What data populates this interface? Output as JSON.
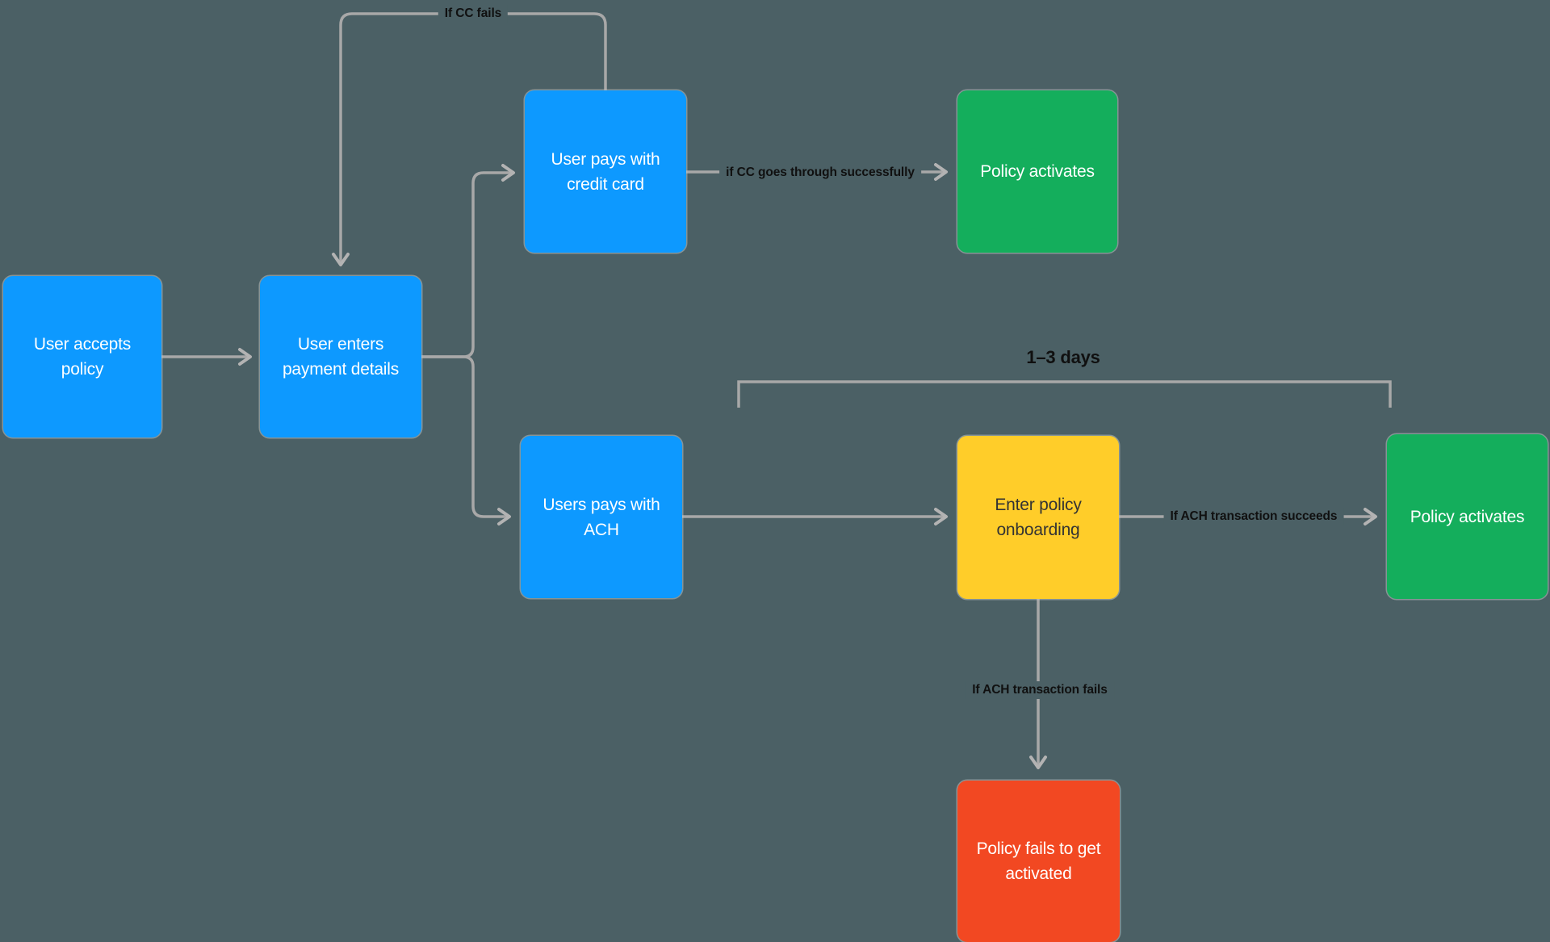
{
  "canvas": {
    "background_color": "#4b6065",
    "line_color": "#a8a8a8"
  },
  "nodes": {
    "user_accepts": {
      "label": "User accepts\npolicy",
      "color": "#0d99ff",
      "text_color": "#ffffff"
    },
    "user_enters": {
      "label": "User enters\npayment details",
      "color": "#0d99ff",
      "text_color": "#ffffff"
    },
    "pays_credit_card": {
      "label": "User pays with\ncredit card",
      "color": "#0d99ff",
      "text_color": "#ffffff"
    },
    "policy_activates_cc": {
      "label": "Policy activates",
      "color": "#14ae5c",
      "text_color": "#ffffff"
    },
    "pays_ach": {
      "label": "Users pays with\nACH",
      "color": "#0d99ff",
      "text_color": "#ffffff"
    },
    "enter_onboarding": {
      "label": "Enter policy\nonboarding",
      "color": "#ffcd29",
      "text_color": "#333333"
    },
    "policy_activates_ach": {
      "label": "Policy activates",
      "color": "#14ae5c",
      "text_color": "#ffffff"
    },
    "policy_fails": {
      "label": "Policy fails to get\nactivated",
      "color": "#f24822",
      "text_color": "#ffffff"
    }
  },
  "edge_labels": {
    "cc_fails": "If CC fails",
    "cc_success": "if CC goes through successfully",
    "ach_succeeds": "If ACH transaction succeeds",
    "ach_fails": "If ACH transaction fails"
  },
  "annotations": {
    "duration": "1–3 days"
  }
}
